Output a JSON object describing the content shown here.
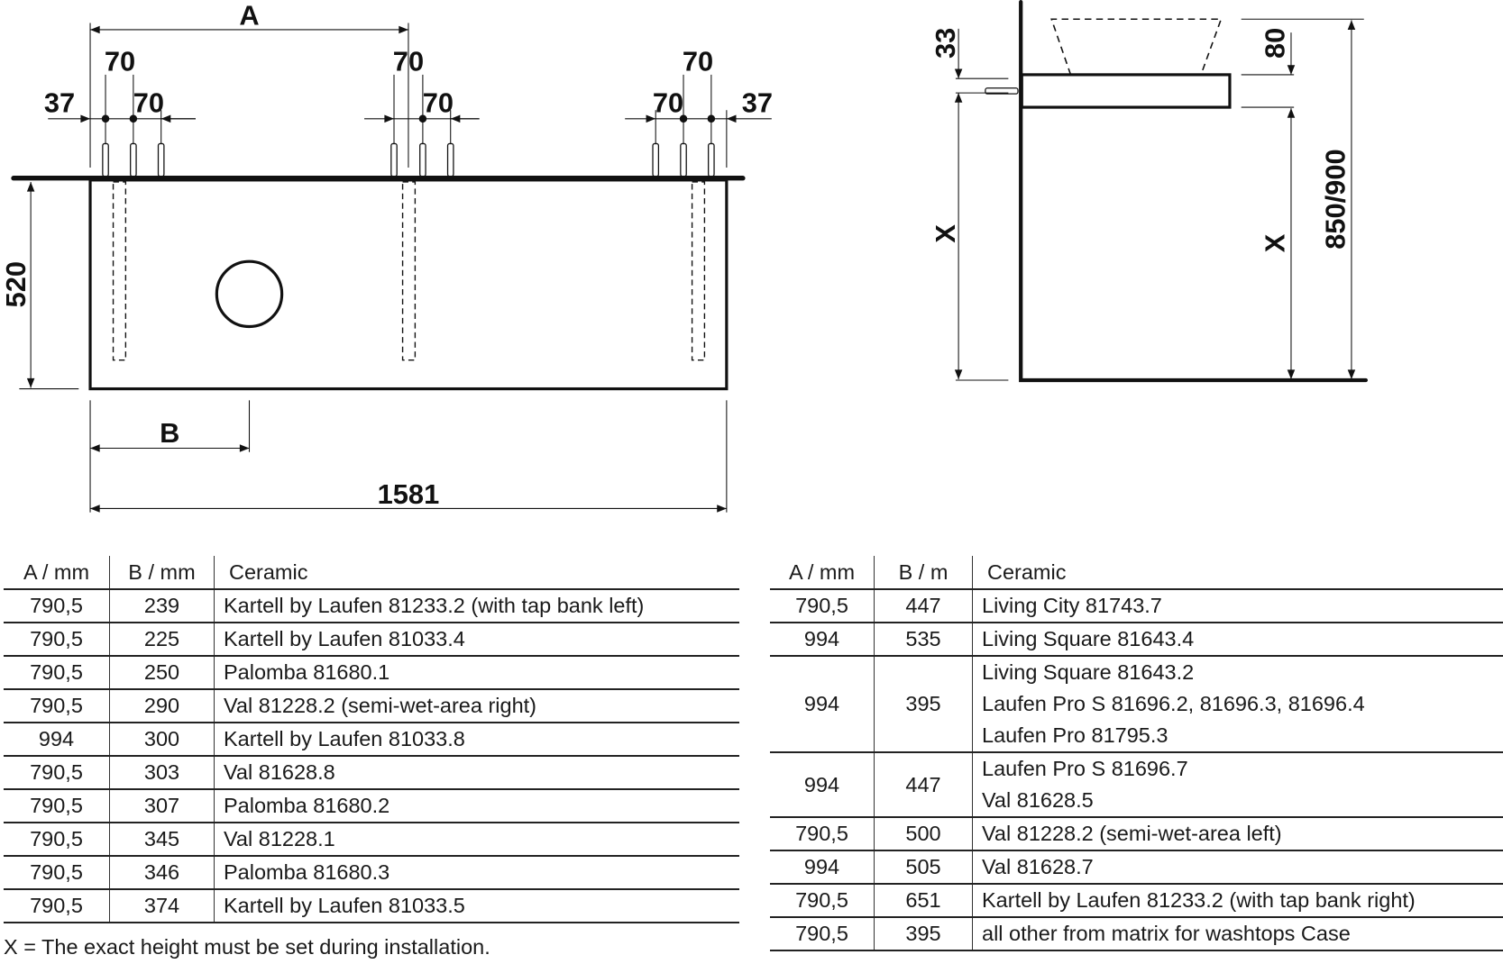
{
  "front_view": {
    "dims": {
      "A": "A",
      "B": "B",
      "width": "1581",
      "height": "520",
      "spacing": "70",
      "edge": "37"
    }
  },
  "side_view": {
    "dims": {
      "top_offset": "33",
      "washtop_thickness": "80",
      "height_x": "X",
      "total_height": "850/900"
    }
  },
  "table_left": {
    "headers": [
      "A / mm",
      "B / mm",
      "Ceramic"
    ],
    "rows": [
      {
        "a": "790,5",
        "b": "239",
        "ceramic": [
          "Kartell by Laufen 81233.2 (with tap bank left)"
        ]
      },
      {
        "a": "790,5",
        "b": "225",
        "ceramic": [
          "Kartell by Laufen 81033.4"
        ]
      },
      {
        "a": "790,5",
        "b": "250",
        "ceramic": [
          "Palomba 81680.1"
        ]
      },
      {
        "a": "790,5",
        "b": "290",
        "ceramic": [
          "Val 81228.2 (semi-wet-area right)"
        ]
      },
      {
        "a": "994",
        "b": "300",
        "ceramic": [
          "Kartell by Laufen 81033.8"
        ]
      },
      {
        "a": "790,5",
        "b": "303",
        "ceramic": [
          "Val 81628.8"
        ]
      },
      {
        "a": "790,5",
        "b": "307",
        "ceramic": [
          "Palomba 81680.2"
        ]
      },
      {
        "a": "790,5",
        "b": "345",
        "ceramic": [
          "Val 81228.1"
        ]
      },
      {
        "a": "790,5",
        "b": "346",
        "ceramic": [
          "Palomba 81680.3"
        ]
      },
      {
        "a": "790,5",
        "b": "374",
        "ceramic": [
          "Kartell by Laufen 81033.5"
        ]
      }
    ]
  },
  "table_right": {
    "headers": [
      "A / mm",
      "B / m",
      "Ceramic"
    ],
    "rows": [
      {
        "a": "790,5",
        "b": "447",
        "ceramic": [
          "Living City 81743.7"
        ]
      },
      {
        "a": "994",
        "b": "535",
        "ceramic": [
          "Living Square 81643.4"
        ]
      },
      {
        "a": "994",
        "b": "395",
        "ceramic": [
          "Living Square 81643.2",
          "Laufen Pro S 81696.2, 81696.3, 81696.4",
          "Laufen Pro 81795.3"
        ]
      },
      {
        "a": "994",
        "b": "447",
        "ceramic": [
          "Laufen Pro S 81696.7",
          "Val 81628.5"
        ]
      },
      {
        "a": "790,5",
        "b": "500",
        "ceramic": [
          "Val 81228.2 (semi-wet-area left)"
        ]
      },
      {
        "a": "994",
        "b": "505",
        "ceramic": [
          "Val 81628.7"
        ]
      },
      {
        "a": "790,5",
        "b": "651",
        "ceramic": [
          "Kartell by Laufen 81233.2 (with tap bank right)"
        ]
      },
      {
        "a": "790,5",
        "b": "395",
        "ceramic": [
          "all other from matrix for washtops Case"
        ]
      }
    ]
  },
  "note": "X = The exact height must be set during installation."
}
